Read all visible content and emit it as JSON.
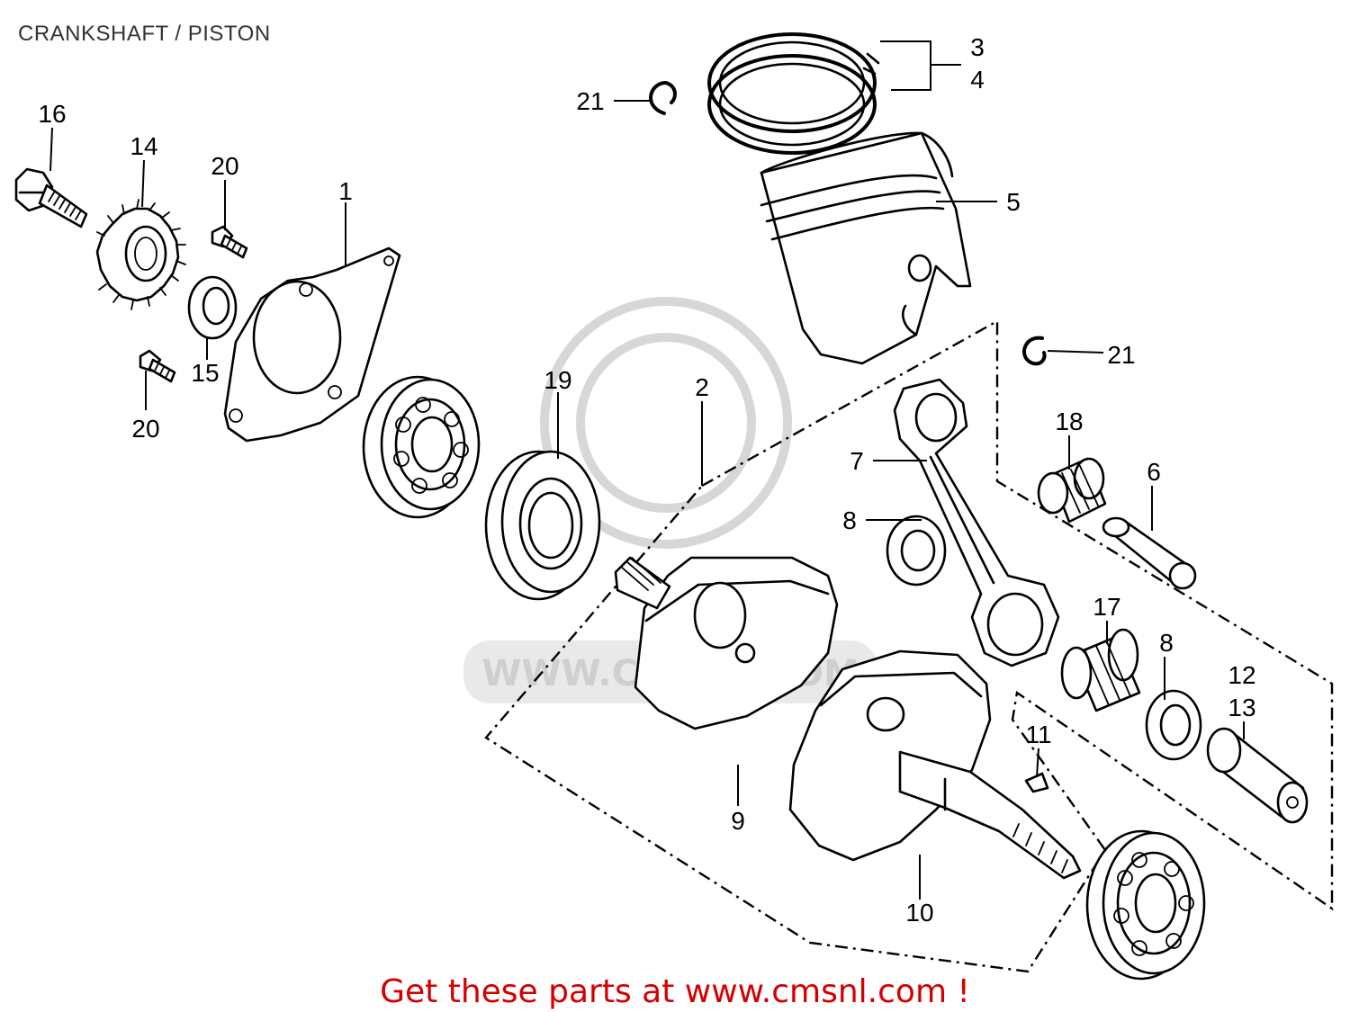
{
  "title": "CRANKSHAFT / PISTON",
  "footer": "Get these parts at www.cmsnl.com !",
  "watermark": "WWW.CMSNL.COM",
  "colors": {
    "footer": "#d40000",
    "lines": "#000000",
    "watermark": "#d7d7d7"
  },
  "labels": {
    "p1": "1",
    "p2": "2",
    "p3": "3",
    "p4": "4",
    "p5": "5",
    "p6": "6",
    "p7": "7",
    "p8a": "8",
    "p8b": "8",
    "p9": "9",
    "p10": "10",
    "p11": "11",
    "p12": "12",
    "p13": "13",
    "p14": "14",
    "p15": "15",
    "p16": "16",
    "p17": "17",
    "p18": "18",
    "p19": "19",
    "p20a": "20",
    "p20b": "20",
    "p21a": "21",
    "p21b": "21"
  }
}
